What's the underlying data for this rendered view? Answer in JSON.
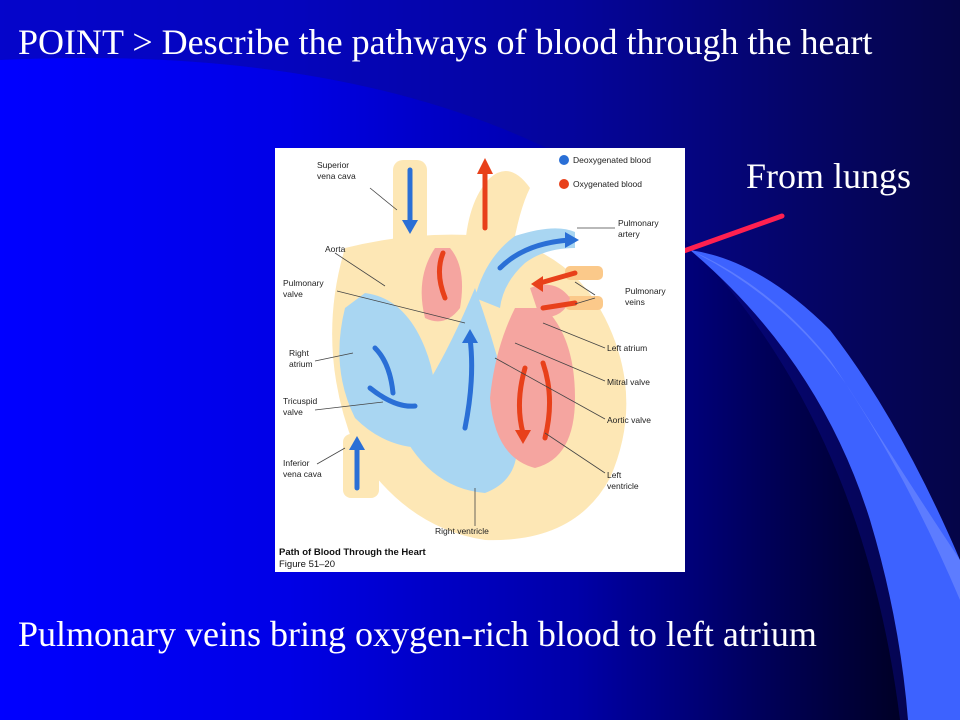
{
  "slide": {
    "title": "POINT > Describe the pathways of blood through the heart",
    "callout": "From lungs",
    "caption": "Pulmonary veins bring oxygen-rich blood to left atrium",
    "accent_arrow_color": "#ff2050"
  },
  "figure": {
    "legend": {
      "deoxygenated": "Deoxygenated blood",
      "oxygenated": "Oxygenated blood",
      "deoxygenated_color": "#2a6fd6",
      "oxygenated_color": "#e8401a"
    },
    "labels": {
      "superior_vena_cava_1": "Superior",
      "superior_vena_cava_2": "vena cava",
      "aorta": "Aorta",
      "pulmonary_valve_1": "Pulmonary",
      "pulmonary_valve_2": "valve",
      "right_atrium_1": "Right",
      "right_atrium_2": "atrium",
      "tricuspid_valve_1": "Tricuspid",
      "tricuspid_valve_2": "valve",
      "inferior_vena_cava_1": "Inferior",
      "inferior_vena_cava_2": "vena cava",
      "pulmonary_artery_1": "Pulmonary",
      "pulmonary_artery_2": "artery",
      "pulmonary_veins_1": "Pulmonary",
      "pulmonary_veins_2": "veins",
      "left_atrium": "Left atrium",
      "mitral_valve": "Mitral valve",
      "aortic_valve": "Aortic valve",
      "left_ventricle_1": "Left",
      "left_ventricle_2": "ventricle",
      "right_ventricle": "Right ventricle"
    },
    "caption_line1": "Path of Blood Through the Heart",
    "caption_line2": "Figure 51–20"
  }
}
